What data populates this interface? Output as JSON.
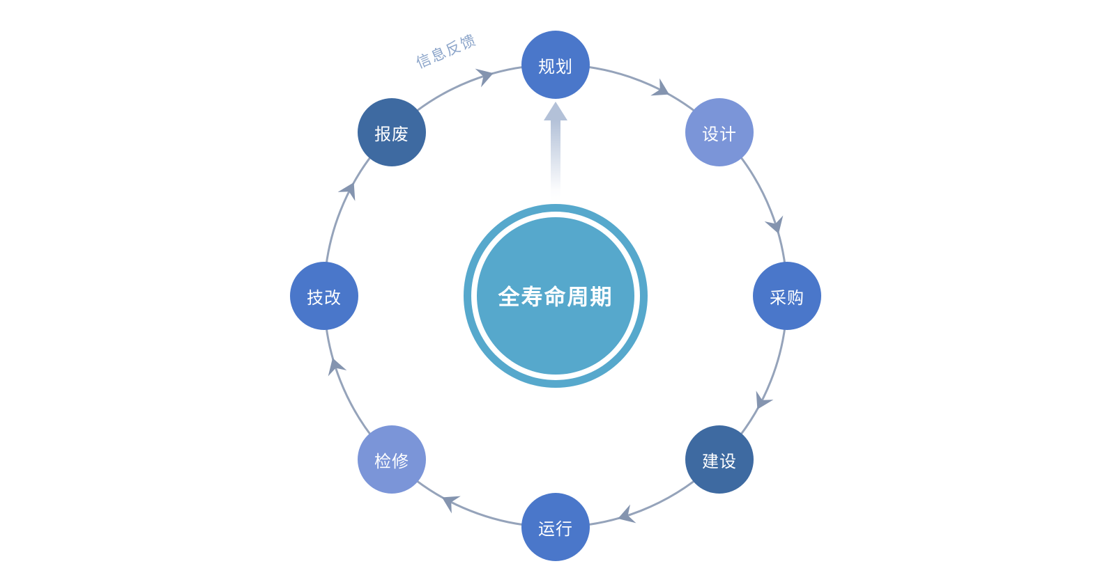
{
  "center": {
    "label": "全寿命周期",
    "fill": "#56a8cc",
    "ring_gap_color": "#ffffff"
  },
  "feedback_label": "信息反馈",
  "colors": {
    "ring": "#95a3ba",
    "arrow": "#8494af",
    "feedback_text": "#8ba4c9",
    "up_arrow": "#b3c1d8",
    "node_medium": "#4a77ca",
    "node_light": "#7b95d8",
    "node_dark": "#3e6aa1"
  },
  "nodes": [
    {
      "name": "planning",
      "label": "规划",
      "color": "#4a77ca"
    },
    {
      "name": "design",
      "label": "设计",
      "color": "#7b95d8"
    },
    {
      "name": "procurement",
      "label": "采购",
      "color": "#4a77ca"
    },
    {
      "name": "construction",
      "label": "建设",
      "color": "#3e6aa1"
    },
    {
      "name": "operation",
      "label": "运行",
      "color": "#4a77ca"
    },
    {
      "name": "maintenance",
      "label": "检修",
      "color": "#7b95d8"
    },
    {
      "name": "upgrade",
      "label": "技改",
      "color": "#4a77ca"
    },
    {
      "name": "scrap",
      "label": "报废",
      "color": "#3e6aa1"
    }
  ]
}
